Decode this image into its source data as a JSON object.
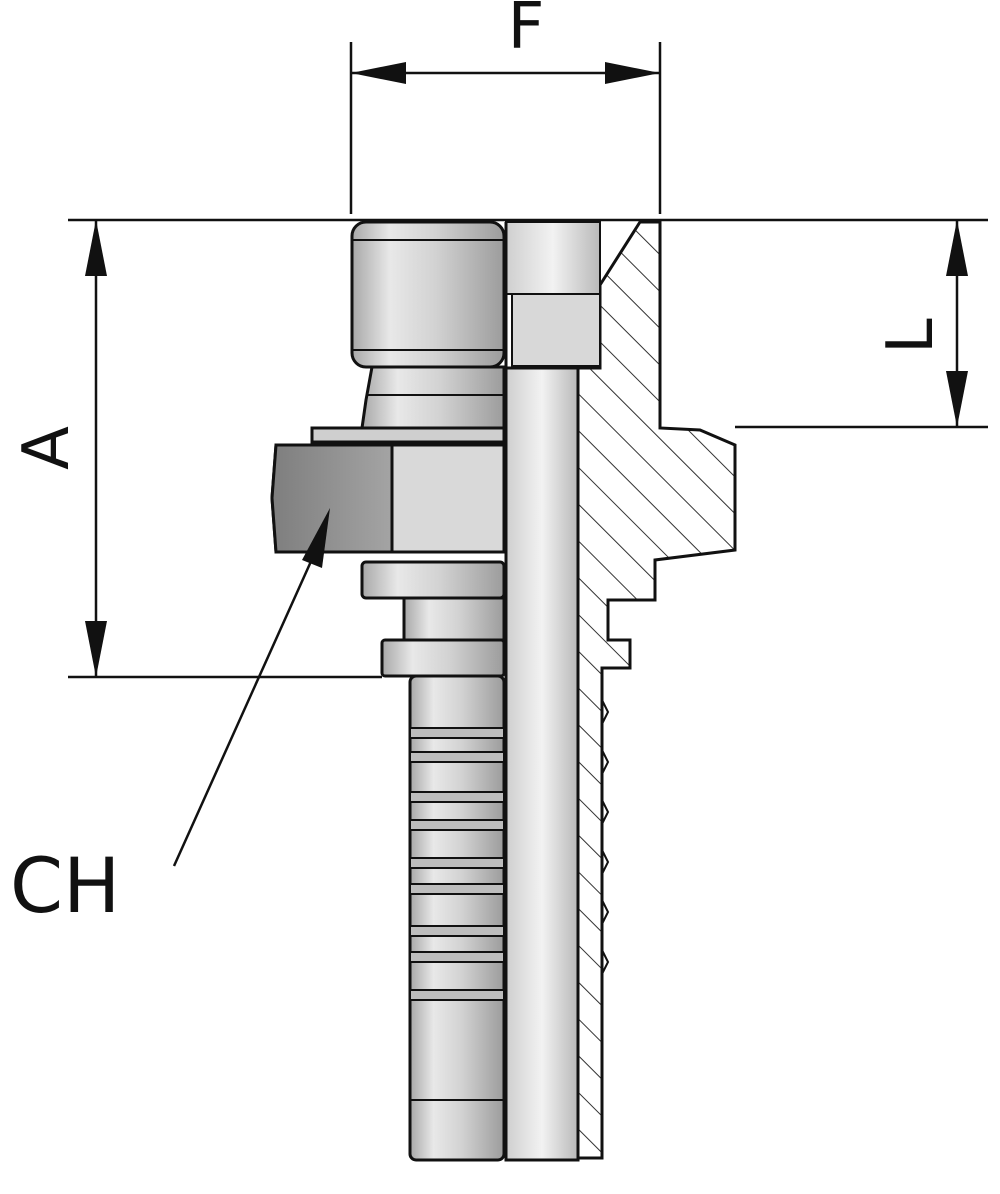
{
  "labels": {
    "dim_f": "F",
    "dim_a": "A",
    "dim_l": "L",
    "dim_ch": "CH"
  },
  "colors": {
    "line": "#111111",
    "metal_light": "#e4e4e4",
    "metal_mid": "#c6c6c6",
    "metal_dark": "#9a9a9a",
    "hex_dark": "#8a8a8a",
    "section_fill": "#ffffff"
  }
}
